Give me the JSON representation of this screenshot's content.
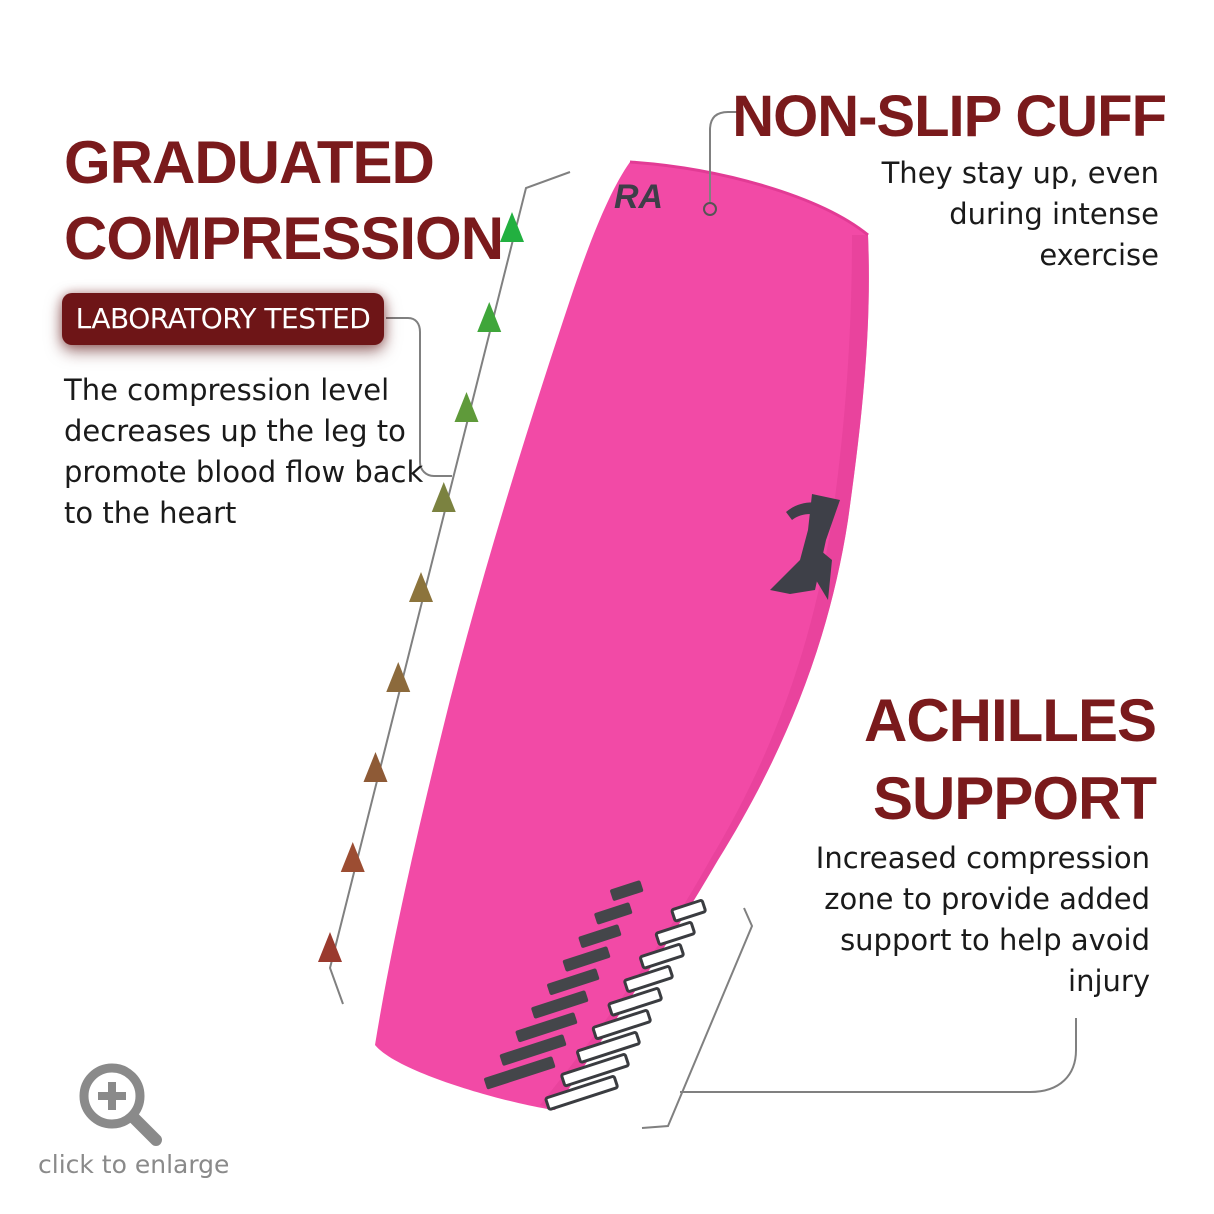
{
  "graduated": {
    "title_line1": "GRADUATED",
    "title_line2": "COMPRESSION",
    "badge": "LABORATORY TESTED",
    "description": "The compression level decreases up the leg to promote blood flow back to the heart"
  },
  "cuff": {
    "title": "NON-SLIP CUFF",
    "description": "They stay up, even during intense exercise"
  },
  "achilles": {
    "title_line1": "ACHILLES",
    "title_line2": "SUPPORT",
    "description": "Increased compression zone to provide added support to help avoid injury"
  },
  "zoom": {
    "label": "click to enlarge",
    "icon": "zoom-in-icon"
  },
  "product": {
    "brand_fragment": "RA",
    "sleeve_color": "#f24aa6",
    "accent_color": "#7a1a1c"
  },
  "compression_arrows": {
    "count": 9,
    "colors": [
      "#9a3a2e",
      "#9c4d32",
      "#8e5a36",
      "#8c6a3c",
      "#8c743c",
      "#7b8240",
      "#5f9a3a",
      "#3fa63a",
      "#22b040"
    ]
  }
}
